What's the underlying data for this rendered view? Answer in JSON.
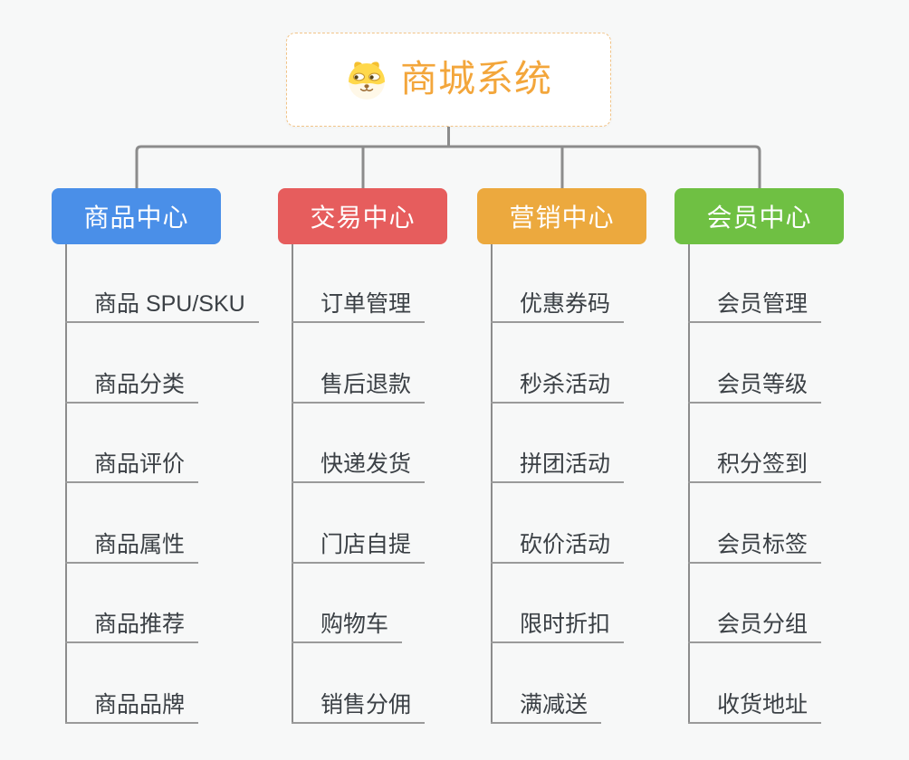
{
  "root": {
    "title": "商城系统",
    "icon": "dog-mascot-icon",
    "title_color": "#F3A63B",
    "border_color": "#F2C488"
  },
  "branches": [
    {
      "id": "product-center",
      "label": "商品中心",
      "color": "#4A8FE8",
      "items": [
        "商品 SPU/SKU",
        "商品分类",
        "商品评价",
        "商品属性",
        "商品推荐",
        "商品品牌"
      ]
    },
    {
      "id": "trade-center",
      "label": "交易中心",
      "color": "#E65D5D",
      "items": [
        "订单管理",
        "售后退款",
        "快递发货",
        "门店自提",
        "购物车",
        "销售分佣"
      ]
    },
    {
      "id": "marketing-center",
      "label": "营销中心",
      "color": "#ECA93E",
      "items": [
        "优惠券码",
        "秒杀活动",
        "拼团活动",
        "砍价活动",
        "限时折扣",
        "满减送"
      ]
    },
    {
      "id": "member-center",
      "label": "会员中心",
      "color": "#6FC043",
      "items": [
        "会员管理",
        "会员等级",
        "积分签到",
        "会员标签",
        "会员分组",
        "收货地址"
      ]
    }
  ],
  "colors": {
    "connector": "#8C8C8C",
    "underline": "#9A9A9A",
    "background": "#F7F8F8",
    "leaf_text": "#3B4045"
  }
}
